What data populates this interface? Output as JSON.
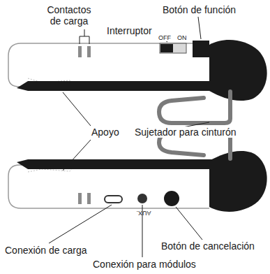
{
  "diagram": {
    "labels": [
      "Contactos de carga",
      "Interruptor",
      "Botón de función",
      "OFF",
      "ON",
      "Apoyo",
      "Sujetador para cinturón",
      "AUX.",
      "Conexión de carga",
      "Botón de cancelación",
      "Conexión para módulos"
    ]
  }
}
